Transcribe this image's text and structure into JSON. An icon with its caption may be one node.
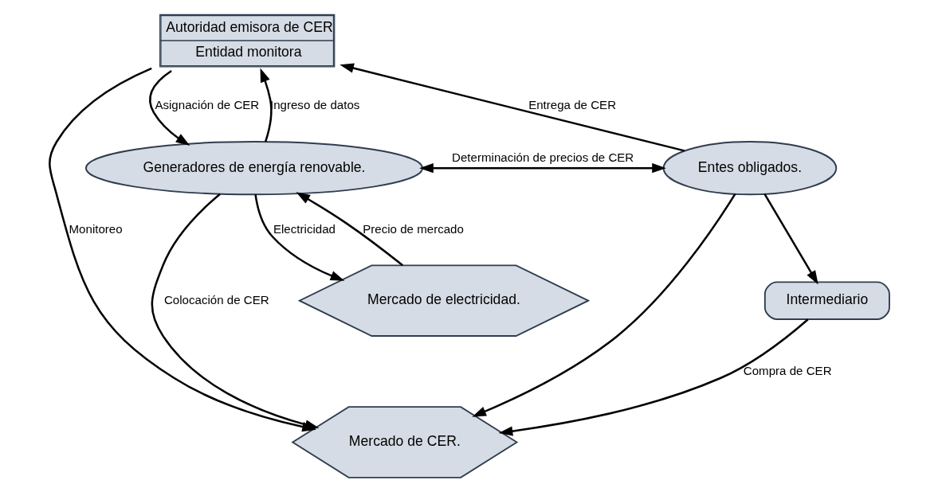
{
  "diagram": {
    "nodes": [
      {
        "text": [
          "Autoridad emisora de CER",
          "Entidad monitora"
        ]
      },
      {
        "text": [
          "Mercado de CER."
        ]
      },
      {
        "text": [
          "Intermediario"
        ]
      },
      {
        "text": [
          "Generadores de energía renovable."
        ]
      },
      {
        "text": [
          "Entes obligados."
        ]
      },
      {
        "text": [
          "Mercado de electricidad."
        ]
      }
    ],
    "edges": [
      {
        "from": 0,
        "to": 3,
        "arrow": "to",
        "label": "Asignación de CER"
      },
      {
        "from": 3,
        "to": 0,
        "arrow": "to",
        "label": "Ingreso de datos"
      },
      {
        "from": 0,
        "to": 1,
        "arrow": "to",
        "label": "Monitoreo"
      },
      {
        "from": 3,
        "to": 1,
        "arrow": "to",
        "label": "Colocación de CER"
      },
      {
        "from": 2,
        "to": 1,
        "arrow": "to",
        "label": "Compra de CER"
      },
      {
        "from": 4,
        "to": 1,
        "arrow": "to"
      },
      {
        "from": 4,
        "to": 2,
        "arrow": "to"
      },
      {
        "from": 4,
        "to": 0,
        "arrow": "to",
        "label": "Entrega de CER"
      },
      {
        "from": 3,
        "to": 4,
        "arrow": "both",
        "label": "Determinación de precios de CER"
      },
      {
        "from": 3,
        "to": 5,
        "arrow": "to",
        "label": "Electricidad"
      },
      {
        "from": 5,
        "to": 3,
        "arrow": "to",
        "label": "Precio de mercado"
      }
    ]
  }
}
